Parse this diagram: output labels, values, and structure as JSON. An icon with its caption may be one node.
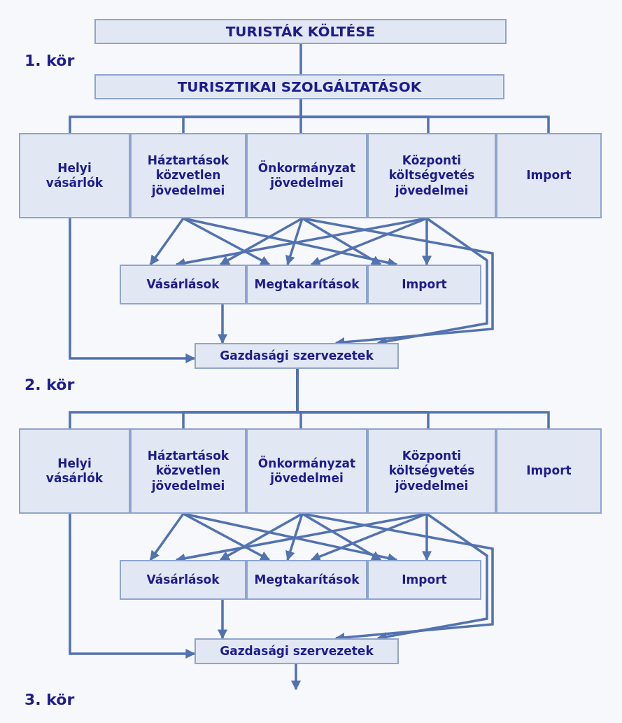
{
  "diagram": {
    "nodes": [
      {
        "text": [
          "TURISTÁK KÖLTÉSE"
        ]
      },
      {
        "text": [
          "TURISZTIKAI SZOLGÁLTATÁSOK"
        ]
      },
      {
        "text": [
          "Helyi vásárlók"
        ]
      },
      {
        "text": [
          "Háztartások közvetlen jövedelmei"
        ]
      },
      {
        "text": [
          "Önkormányzat jövedelmei"
        ]
      },
      {
        "text": [
          "Központi költségvetés jövedelmei"
        ]
      },
      {
        "text": [
          "Import"
        ]
      },
      {
        "text": [
          "Vásárlások"
        ]
      },
      {
        "text": [
          "Megtakarítások"
        ]
      },
      {
        "text": [
          "Import"
        ]
      },
      {
        "text": [
          "Gazdasági szervezetek"
        ]
      },
      {
        "text": [
          "Helyi vásárlók"
        ]
      },
      {
        "text": [
          "Háztartások közvetlen jövedelmei"
        ]
      },
      {
        "text": [
          "Önkormányzat jövedelmei"
        ]
      },
      {
        "text": [
          "Központi költségvetés jövedelmei"
        ]
      },
      {
        "text": [
          "Import"
        ]
      },
      {
        "text": [
          "Vásárlások"
        ]
      },
      {
        "text": [
          "Megtakarítások"
        ]
      },
      {
        "text": [
          "Import"
        ]
      },
      {
        "text": [
          "Gazdasági szervezetek"
        ]
      }
    ],
    "edges": [
      {
        "from": 0,
        "to": 1,
        "arrow": "none"
      },
      {
        "from": 1,
        "to": 2,
        "arrow": "none"
      },
      {
        "from": 1,
        "to": 3,
        "arrow": "none"
      },
      {
        "from": 1,
        "to": 4,
        "arrow": "none"
      },
      {
        "from": 1,
        "to": 5,
        "arrow": "none"
      },
      {
        "from": 1,
        "to": 6,
        "arrow": "none"
      },
      {
        "from": 3,
        "to": 7,
        "arrow": "to"
      },
      {
        "from": 3,
        "to": 8,
        "arrow": "to"
      },
      {
        "from": 3,
        "to": 9,
        "arrow": "to"
      },
      {
        "from": 4,
        "to": 7,
        "arrow": "to"
      },
      {
        "from": 4,
        "to": 8,
        "arrow": "to"
      },
      {
        "from": 4,
        "to": 9,
        "arrow": "to"
      },
      {
        "from": 4,
        "to": 10,
        "arrow": "to"
      },
      {
        "from": 5,
        "to": 7,
        "arrow": "to"
      },
      {
        "from": 5,
        "to": 8,
        "arrow": "to"
      },
      {
        "from": 5,
        "to": 9,
        "arrow": "to"
      },
      {
        "from": 5,
        "to": 10,
        "arrow": "to"
      },
      {
        "from": 7,
        "to": 10,
        "arrow": "to"
      },
      {
        "from": 2,
        "to": 10,
        "arrow": "to"
      },
      {
        "from": 10,
        "to": 11,
        "arrow": "none"
      },
      {
        "from": 10,
        "to": 12,
        "arrow": "none"
      },
      {
        "from": 10,
        "to": 13,
        "arrow": "none"
      },
      {
        "from": 10,
        "to": 14,
        "arrow": "none"
      },
      {
        "from": 10,
        "to": 15,
        "arrow": "none"
      },
      {
        "from": 12,
        "to": 16,
        "arrow": "to"
      },
      {
        "from": 12,
        "to": 17,
        "arrow": "to"
      },
      {
        "from": 12,
        "to": 18,
        "arrow": "to"
      },
      {
        "from": 13,
        "to": 16,
        "arrow": "to"
      },
      {
        "from": 13,
        "to": 17,
        "arrow": "to"
      },
      {
        "from": 13,
        "to": 18,
        "arrow": "to"
      },
      {
        "from": 13,
        "to": 19,
        "arrow": "to"
      },
      {
        "from": 14,
        "to": 16,
        "arrow": "to"
      },
      {
        "from": 14,
        "to": 17,
        "arrow": "to"
      },
      {
        "from": 14,
        "to": 18,
        "arrow": "to"
      },
      {
        "from": 14,
        "to": 19,
        "arrow": "to"
      },
      {
        "from": 16,
        "to": 19,
        "arrow": "to"
      },
      {
        "from": 11,
        "to": 19,
        "arrow": "to"
      },
      {
        "from": 19,
        "to": null,
        "arrow": "to"
      }
    ],
    "labels": [
      "1. kör",
      "2. kör",
      "3. kör"
    ]
  }
}
